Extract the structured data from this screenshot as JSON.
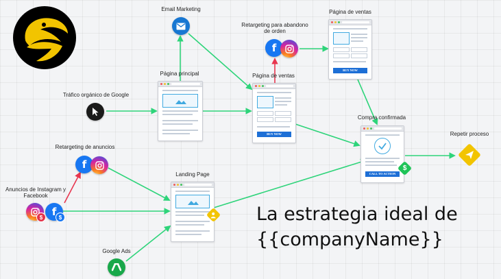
{
  "logo": {
    "icon": "snake-logo-icon",
    "colors": {
      "background": "#000000",
      "snake": "#f2c400"
    }
  },
  "nodes": {
    "email_marketing": {
      "label": "Email Marketing",
      "icon": "email-icon",
      "color": "#1877d2"
    },
    "retargeting_abandono": {
      "label_line1": "Retargeting para abandono",
      "label_line2": "de orden",
      "icons": [
        "facebook-icon",
        "instagram-icon"
      ]
    },
    "pagina_ventas_top": {
      "label": "Página de ventas",
      "button": "BUY NOW"
    },
    "pagina_principal": {
      "label": "Página principal"
    },
    "pagina_ventas_mid": {
      "label": "Página de ventas",
      "button": "BUY NOW"
    },
    "trafico_organico": {
      "label": "Tráfico orgánico de Google",
      "icon": "cursor-icon"
    },
    "compra_confirmada": {
      "label": "Compra confirmada",
      "button": "CALL TO ACTION",
      "badge": "$",
      "badge_icon": "dollar-icon",
      "badge_color": "#1fc458"
    },
    "repetir_proceso": {
      "label": "Repetir proceso",
      "icon": "send-icon",
      "color": "#f2c400"
    },
    "retargeting_anuncios": {
      "label": "Retargeting de anuncios",
      "icons": [
        "facebook-icon",
        "instagram-icon"
      ]
    },
    "anuncios_ig_fb": {
      "label_line1": "Anuncios de Instagram y",
      "label_line2": "Facebook",
      "icons": [
        "instagram-icon",
        "facebook-icon"
      ],
      "badge": "$"
    },
    "landing_page": {
      "label": "Landing Page",
      "badge_icon": "person-icon",
      "badge_color": "#f2c400"
    },
    "google_ads": {
      "label": "Google Ads",
      "icon": "google-ads-icon",
      "color": "#18a84a"
    }
  },
  "headline": {
    "line1": "La estrategia ideal de",
    "line2": "{{companyName}}"
  },
  "colors": {
    "connector": "#2ed47a",
    "retargeting_connector": "#e8364f",
    "cta_button": "#1d6fd6"
  }
}
